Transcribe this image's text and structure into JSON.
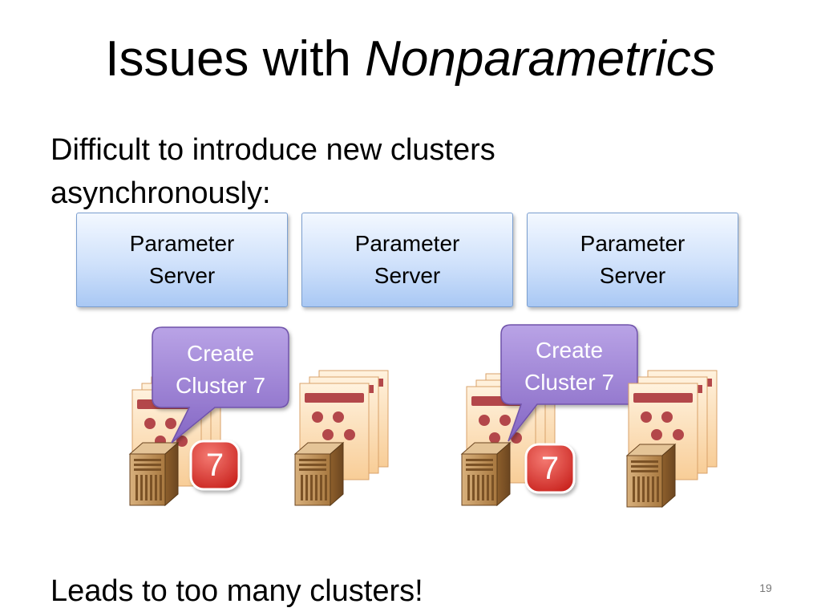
{
  "slide": {
    "title_prefix": "Issues with ",
    "title_emphasis": "Nonparametrics",
    "subtitle": "Difficult to introduce new clusters asynchronously:",
    "footer": "Leads to too many clusters!",
    "page_number": "19"
  },
  "servers": [
    {
      "line1": "Parameter",
      "line2": "Server"
    },
    {
      "line1": "Parameter",
      "line2": "Server"
    },
    {
      "line1": "Parameter",
      "line2": "Server"
    }
  ],
  "callouts": [
    {
      "line1": "Create",
      "line2": "Cluster 7"
    },
    {
      "line1": "Create",
      "line2": "Cluster 7"
    }
  ],
  "badges": [
    {
      "label": "7"
    },
    {
      "label": "7"
    }
  ],
  "colors": {
    "server_fill": "#cfe1fb",
    "callout_fill": "#9d7fd3",
    "badge_fill": "#dd3a33",
    "document_fill": "#fbdcb4",
    "document_bar": "#b3474a"
  },
  "icons": [
    "document-stack-icon",
    "server-tower-icon",
    "speech-bubble-icon",
    "number-badge-icon"
  ]
}
